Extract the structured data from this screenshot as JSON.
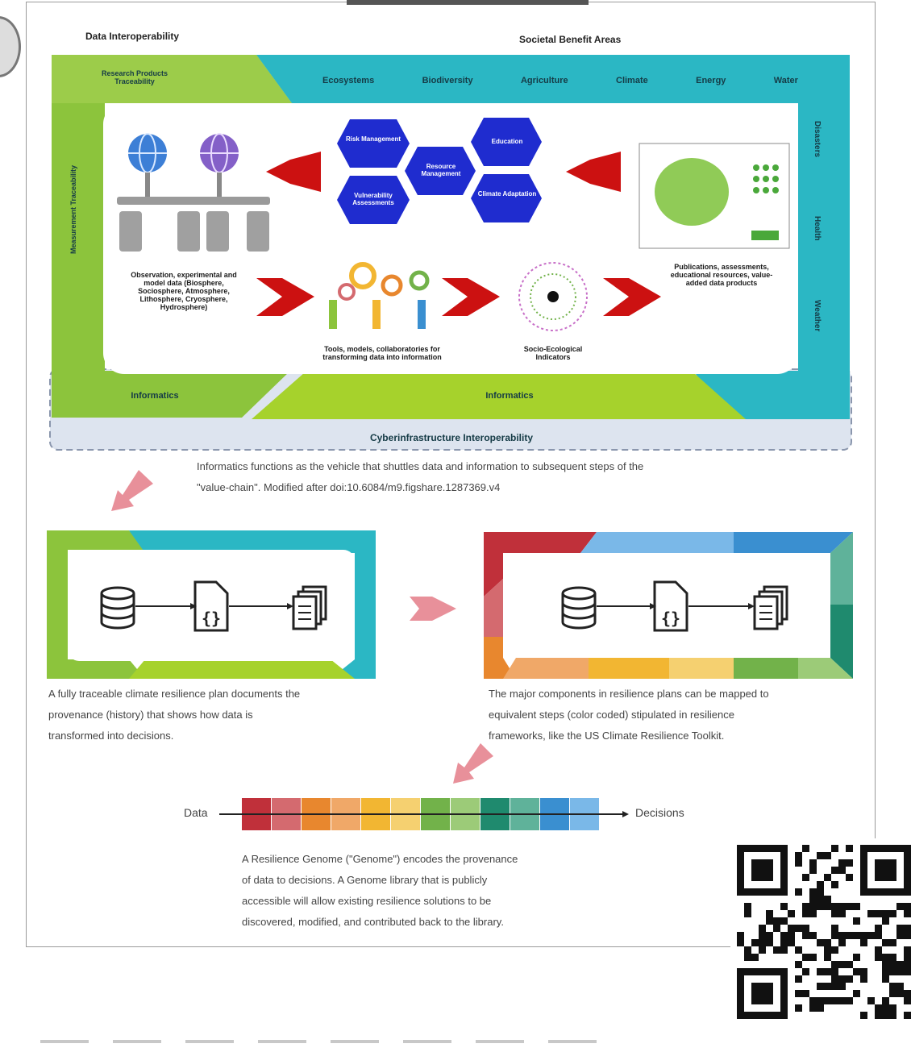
{
  "top": {
    "data_interoperability": "Data Interoperability",
    "societal_benefit_areas": "Societal Benefit Areas",
    "research_products_traceability": "Research Products Traceability",
    "measurement_traceability": "Measurement Traceability",
    "sba_items": [
      "Ecosystems",
      "Biodiversity",
      "Agriculture",
      "Climate",
      "Energy",
      "Water"
    ],
    "right_items": [
      "Disasters",
      "Health",
      "Weather"
    ],
    "hexagons": {
      "risk": "Risk Management",
      "resource": "Resource Management",
      "education": "Education",
      "vulnerability": "Vulnerability Assessments",
      "climate": "Climate Adaptation"
    },
    "observation_text": "Observation, experimental and model data (Biosphere, Sociosphere, Atmosphere, Lithosphere, Cryosphere, Hydrosphere)",
    "tools_text": "Tools, models, collaboratories for transforming data into information",
    "indicators_text": "Socio-Ecological Indicators",
    "publications_text": "Publications, assessments, educational resources, value-added data products",
    "informatics_left": "Informatics",
    "informatics_center": "Informatics",
    "cyber": "Cyberinfrastructure Interoperability",
    "caption_line1": "Informatics functions as the vehicle that shuttles data and information to subsequent steps of the",
    "caption_line2": "\"value-chain\".  Modified after doi:10.6084/m9.figshare.1287369.v4"
  },
  "middle": {
    "left_caption": [
      "A fully traceable climate resilience plan documents the",
      "provenance (history) that shows how data is",
      "transformed into decisions."
    ],
    "right_caption": [
      "The major components in resilience plans can be mapped to",
      "equivalent steps (color coded) stipulated in resilience",
      "frameworks, like the US Climate Resilience Toolkit."
    ],
    "icons": [
      "database-icon",
      "json-file-icon",
      "documents-icon"
    ]
  },
  "genome": {
    "left_label": "Data",
    "right_label": "Decisions",
    "colors": [
      "#c0303a",
      "#d46a6f",
      "#e8872e",
      "#f0a868",
      "#f2b632",
      "#f5d070",
      "#72b24a",
      "#9ccb78",
      "#1f8a6e",
      "#5fb29a",
      "#3a8fd0",
      "#7ab8e8"
    ],
    "caption": [
      "A Resilience Genome (\"Genome\") encodes the provenance",
      "of data to decisions.  A Genome library that is publicly",
      "accessible will allow existing resilience solutions to be",
      "discovered, modified, and contributed back to the library."
    ]
  },
  "colors": {
    "green": "#8cc43c",
    "teal": "#2bb7c4",
    "dark_blue": "#1f2ccf",
    "red_arrow": "#cc1111",
    "pink_arrow": "#e8909a"
  }
}
